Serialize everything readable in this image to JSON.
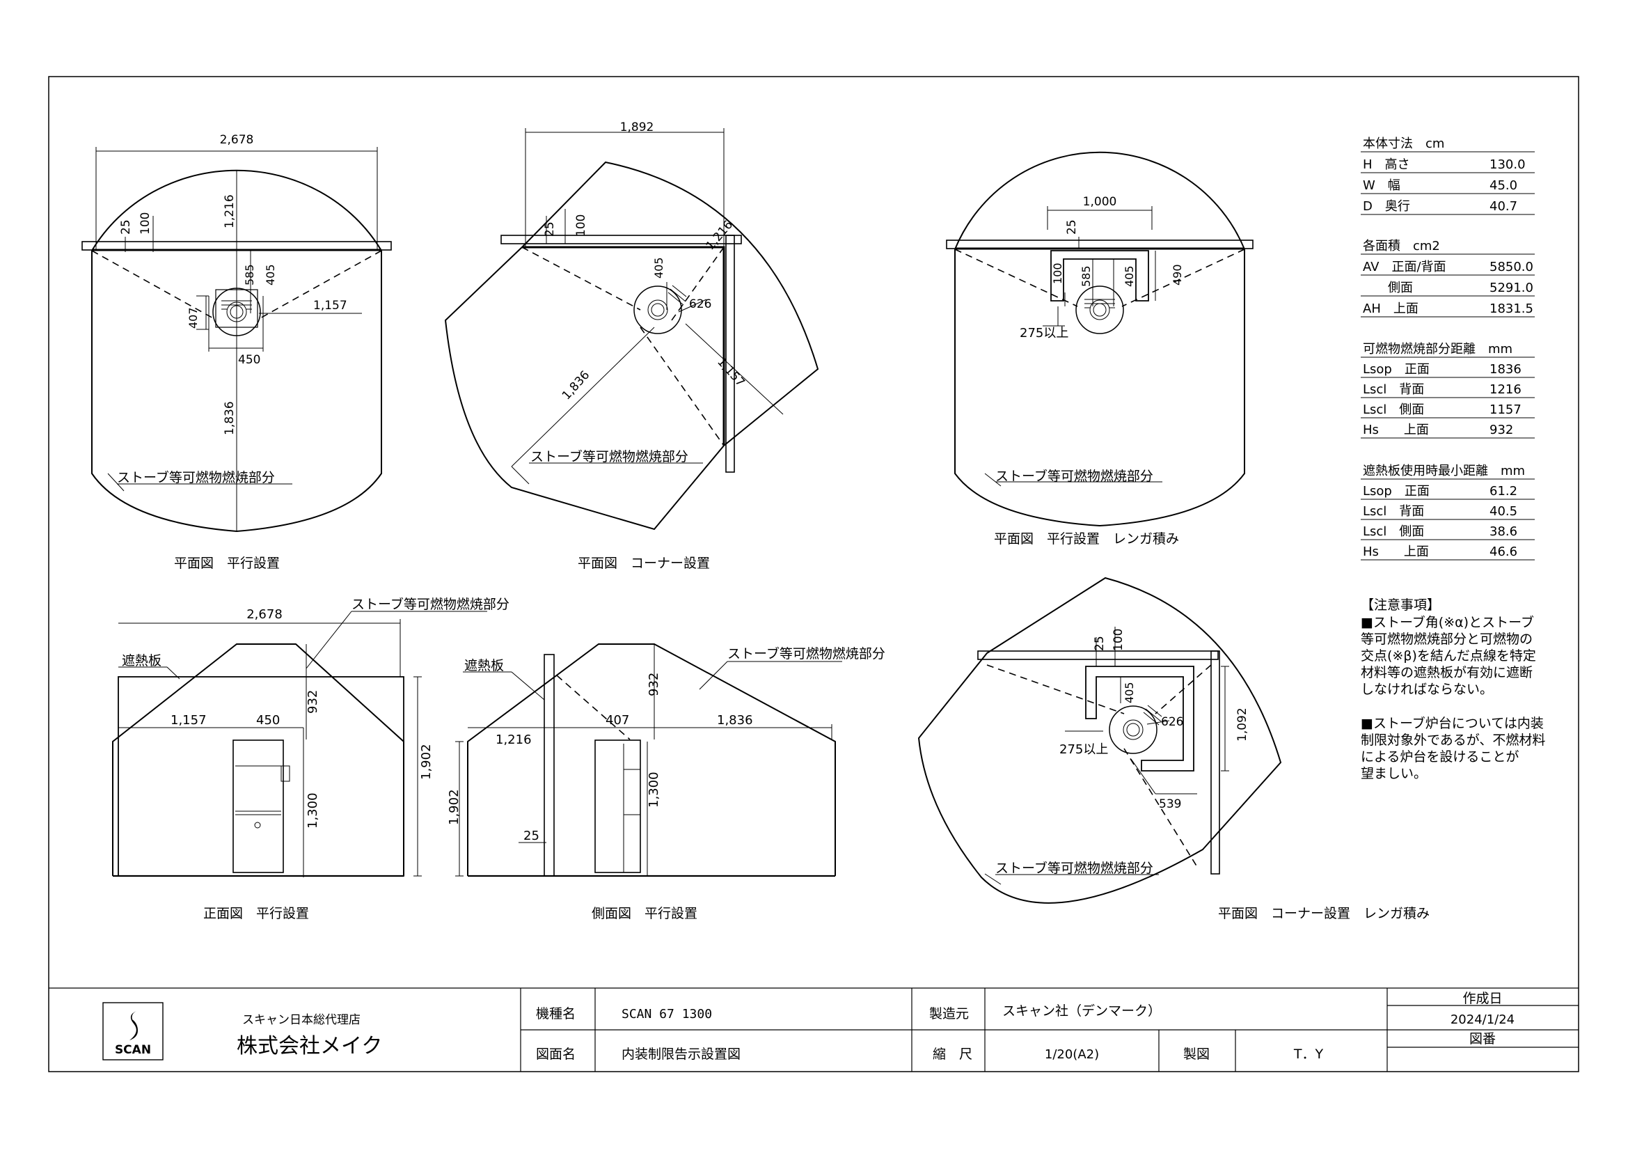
{
  "views": {
    "plan_parallel": {
      "caption": "平面図　平行設置",
      "dims": {
        "width": "2,678",
        "back": "1,216",
        "c25": "25",
        "c100": "100",
        "d585": "585",
        "d405": "405",
        "d407": "407",
        "d1157": "1,157",
        "d450": "450",
        "d1836": "1,836"
      },
      "zone_label": "ストーブ等可燃物燃焼部分"
    },
    "plan_corner": {
      "caption": "平面図　コーナー設置",
      "dims": {
        "width": "1,892",
        "c25": "25",
        "c100": "100",
        "d1216": "1,216",
        "d405": "405",
        "d626": "626",
        "d1836": "1,836",
        "d1157": "1,157"
      },
      "zone_label": "ストーブ等可燃物燃焼部分"
    },
    "plan_parallel_brick": {
      "caption": "平面図　平行設置　レンガ積み",
      "dims": {
        "width": "1,000",
        "c25": "25",
        "d100": "100",
        "d585": "585",
        "d405": "405",
        "d490": "490",
        "clear": "275以上"
      },
      "zone_label": "ストーブ等可燃物燃焼部分"
    },
    "front_parallel": {
      "caption": "正面図　平行設置",
      "dims": {
        "width": "2,678",
        "d1157": "1,157",
        "d450": "450",
        "d932": "932",
        "d1300": "1,300",
        "d1902": "1,902"
      },
      "shield_label": "遮熱板",
      "zone_label": "ストーブ等可燃物燃焼部分"
    },
    "side_parallel": {
      "caption": "側面図　平行設置",
      "dims": {
        "d1216": "1,216",
        "d407": "407",
        "d1836": "1,836",
        "d932": "932",
        "d1300": "1,300",
        "d1902": "1,902",
        "d25": "25"
      },
      "shield_label": "遮熱板",
      "zone_label": "ストーブ等可燃物燃焼部分"
    },
    "plan_corner_brick": {
      "caption": "平面図　コーナー設置　レンガ積み",
      "dims": {
        "c25": "25",
        "c100": "100",
        "d405": "405",
        "d626": "626",
        "d1092": "1,092",
        "clear": "275以上",
        "d539": "539"
      },
      "zone_label": "ストーブ等可燃物燃焼部分"
    }
  },
  "spec_tables": [
    {
      "title": "本体寸法　cm",
      "rows": [
        [
          "H　高さ",
          "130.0"
        ],
        [
          "W　幅",
          "45.0"
        ],
        [
          "D　奥行",
          "40.7"
        ]
      ]
    },
    {
      "title": "各面積　cm2",
      "rows": [
        [
          "AV　正面/背面",
          "5850.0"
        ],
        [
          "　　側面",
          "5291.0"
        ],
        [
          "AH　上面",
          "1831.5"
        ]
      ]
    },
    {
      "title": "可燃物燃焼部分距離　mm",
      "rows": [
        [
          "Lsop　正面",
          "1836"
        ],
        [
          "Lscl　背面",
          "1216"
        ],
        [
          "Lscl　側面",
          "1157"
        ],
        [
          "Hs　　上面",
          "932"
        ]
      ]
    },
    {
      "title": "遮熱板使用時最小距離　mm",
      "rows": [
        [
          "Lsop　正面",
          "61.2"
        ],
        [
          "Lscl　背面",
          "40.5"
        ],
        [
          "Lscl　側面",
          "38.6"
        ],
        [
          "Hs　　上面",
          "46.6"
        ]
      ]
    }
  ],
  "notes": {
    "title": "【注意事項】",
    "note1": [
      "■ストーブ角(※α)とストーブ",
      "等可燃物燃焼部分と可燃物の",
      "交点(※β)を結んだ点線を特定",
      "材料等の遮熱板が有効に遮断",
      "しなければならない。"
    ],
    "note2": [
      "■ストーブ炉台については内装",
      "制限対象外であるが、不燃材料",
      "による炉台を設けることが",
      "望ましい。"
    ]
  },
  "title_block": {
    "logo_text": "SCAN",
    "agent_small": "スキャン日本総代理店",
    "agent_name": "株式会社メイク",
    "model_label": "機種名",
    "model_value": "SCAN 67 1300",
    "drawing_label": "図面名",
    "drawing_value": "内装制限告示設置図",
    "maker_label": "製造元",
    "maker_value": "スキャン社（デンマーク）",
    "scale_label": "縮　尺",
    "scale_value": "1/20(A2)",
    "drafter_label": "製図",
    "drafter_value": "T．Y",
    "date_label": "作成日",
    "date_value": "2024/1/24",
    "number_label": "図番"
  }
}
